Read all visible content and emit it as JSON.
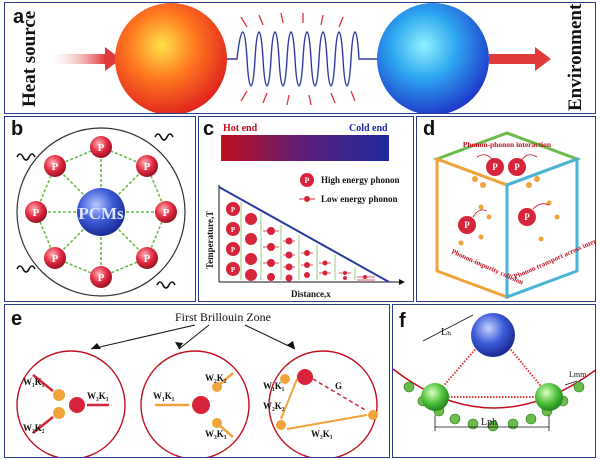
{
  "panel_a": {
    "label": "a",
    "left_text": "Heat source",
    "right_text": "Environment"
  },
  "panel_b": {
    "label": "b",
    "center_text": "PCMs",
    "node_text": "P"
  },
  "panel_c": {
    "label": "c",
    "hot_end": "Hot end",
    "cold_end": "Cold end",
    "legend_high": "High energy phonon",
    "legend_low": "Low energy phonon",
    "ylabel": "Temperature,T",
    "xlabel": "Distance,x",
    "node_text": "P"
  },
  "panel_d": {
    "label": "d",
    "top_text": "Phonon-phonon interaction",
    "left_text": "Phonon-impurity collision",
    "right_text": "Phonon transport across interface",
    "node_text": "P"
  },
  "panel_e": {
    "label": "e",
    "title": "First Brillouin Zone",
    "c1_k1": "W₁K₁",
    "c1_k2": "W₂K₂",
    "c1_k3": "W₃K₃",
    "c2_k1": "W₁K₁",
    "c2_k2": "W₂K₂",
    "c2_k3": "W₃K₃",
    "c3_k1": "W₁K₁",
    "c3_k2": "W₂K₂",
    "c3_k3": "W₃K₃",
    "c3_g": "G"
  },
  "panel_f": {
    "label": "f",
    "l_h": "Lₕ",
    "l_ph": "Lph",
    "l_mm": "Lmm"
  },
  "colors": {
    "frame": "#2a3d8f",
    "phonon_red": "#d8243a",
    "spring_green": "#6dbb4a",
    "hot": "#e4303a",
    "cold": "#2753c9"
  }
}
